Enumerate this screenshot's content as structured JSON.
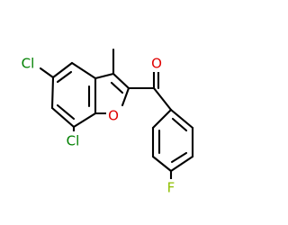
{
  "molecule": {
    "atoms": {
      "cl_top": {
        "symbol": "Cl",
        "color": "#008000"
      },
      "cl_bottom": {
        "symbol": "Cl",
        "color": "#008000"
      },
      "oxygen_carbonyl": {
        "symbol": "O",
        "color": "#e00000"
      },
      "oxygen_furan": {
        "symbol": "O",
        "color": "#e00000"
      },
      "fluorine": {
        "symbol": "F",
        "color": "#8fbf00"
      }
    },
    "bond_color": "#000000"
  }
}
